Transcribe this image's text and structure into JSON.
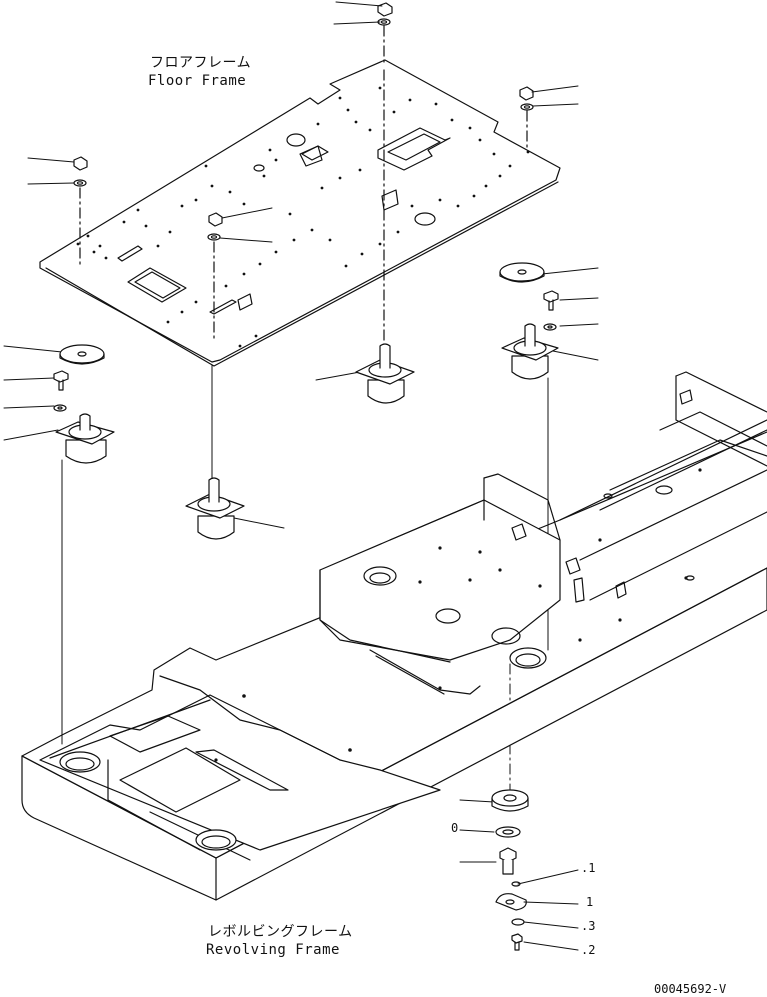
{
  "labels": {
    "floor_frame_jp": "フロアフレーム",
    "floor_frame_en": "Floor Frame",
    "revolving_frame_jp": "レボルビングフレーム",
    "revolving_frame_en": "Revolving Frame"
  },
  "callouts": {
    "c1": ".1",
    "c2": "1",
    "c3": ".3",
    "c4": ".2",
    "c5": "0"
  },
  "drawing_code": "00045692-V"
}
